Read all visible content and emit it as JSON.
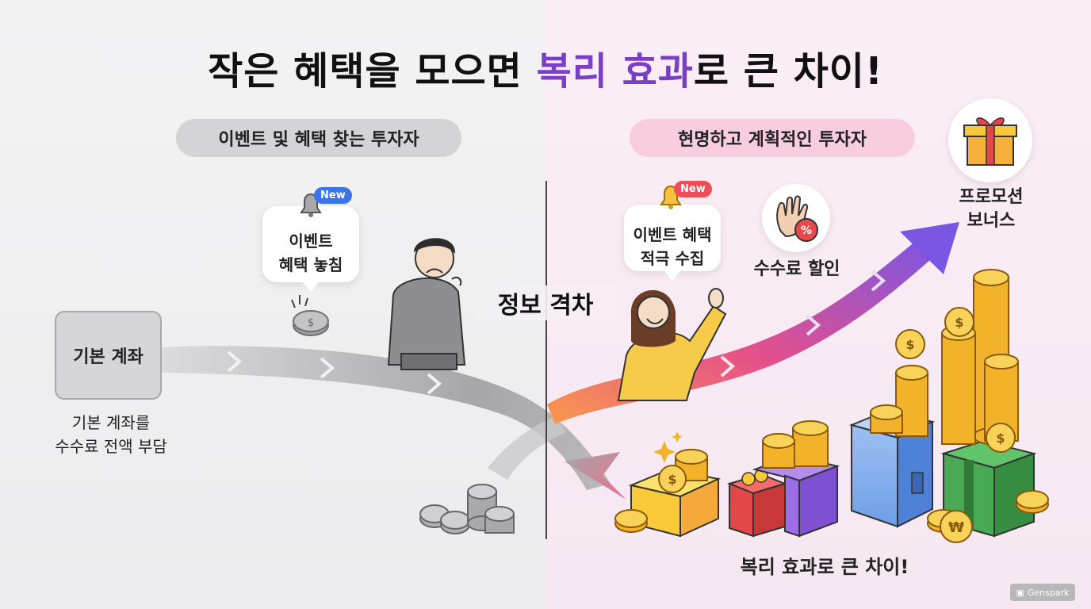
{
  "title": {
    "before": "작은 혜택을 모으면 ",
    "accent": "복리 효과",
    "after": "로 큰 차이!"
  },
  "left_pill": "이벤트 및 혜택 찾는 투자자",
  "right_pill": "현명하고 계획적인 투자자",
  "left_bubble": {
    "line1": "이벤트",
    "line2": "혜택 놓침",
    "badge": "New"
  },
  "right_bubble": {
    "line1": "이벤트 혜택",
    "line2": "적극 수집",
    "badge": "New"
  },
  "basic_account": {
    "label": "기본 계좌",
    "caption1": "기본 계좌를",
    "caption2": "수수료 전액 부담"
  },
  "info_gap": "정보 격차",
  "fee_discount": {
    "label": "수수료 할인",
    "symbol": "%"
  },
  "promo_bonus": {
    "line1": "프로모션",
    "line2": "보너스"
  },
  "bottom_label": "복리 효과로 큰 차이!",
  "coin_symbol": "$",
  "won_symbol": "₩",
  "watermark": "Genspark",
  "colors": {
    "accent": "#7a3fc4",
    "left_pill": "#d4d4d6",
    "right_pill": "#f9cde0",
    "badge_blue": "#3b73e8",
    "badge_red": "#f04e57",
    "coin": "#f2b32a"
  }
}
